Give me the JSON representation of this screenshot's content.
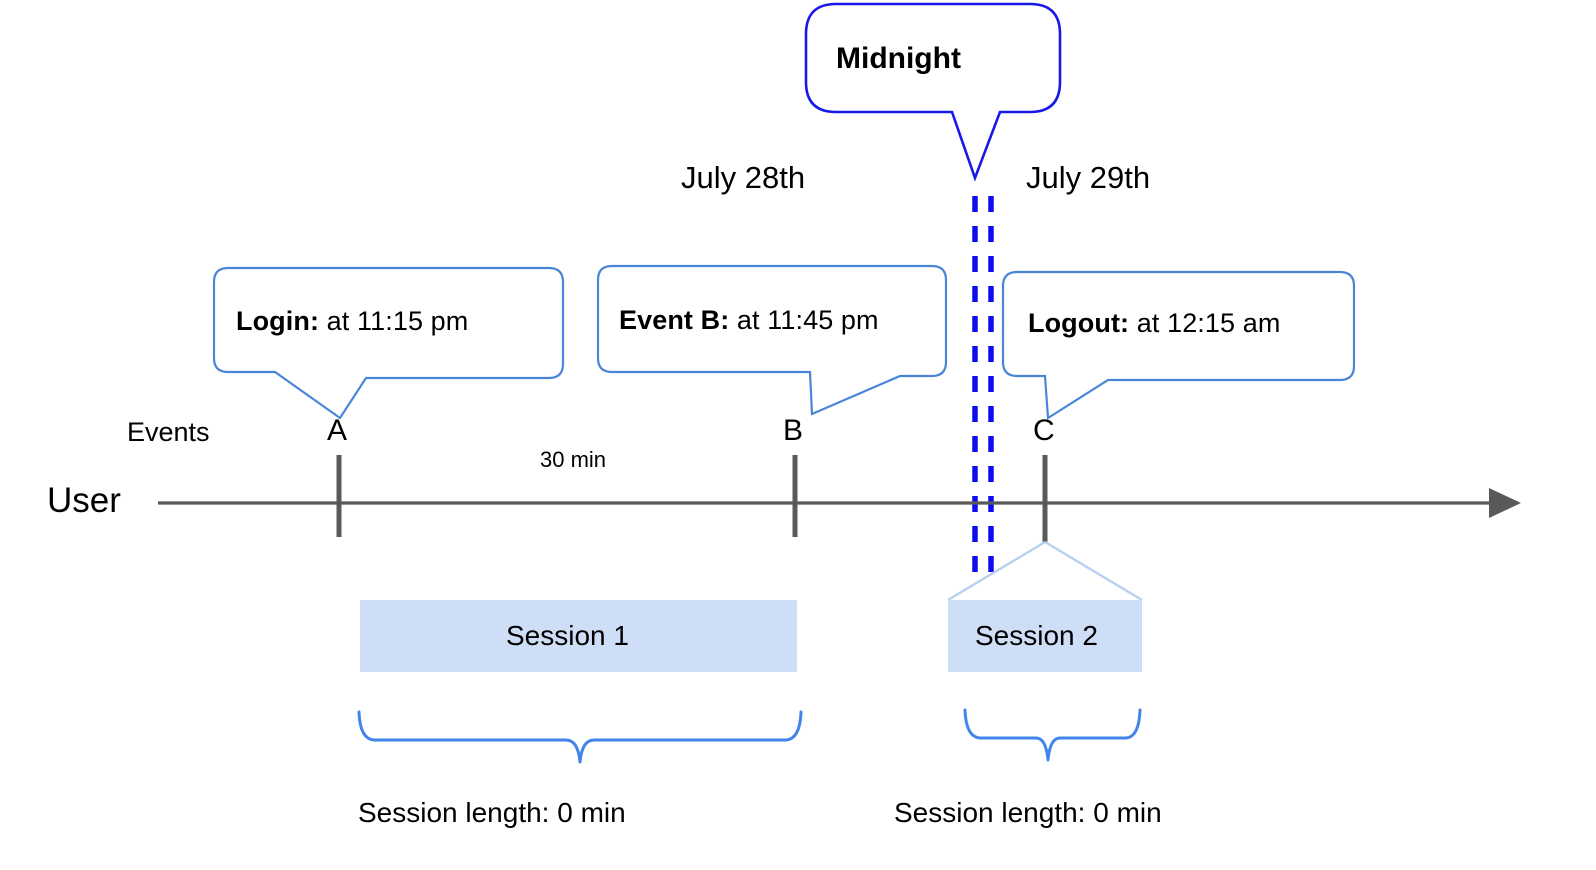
{
  "diagram": {
    "title_callout": {
      "label": "Midnight"
    },
    "dates": [
      {
        "label": "July 28th"
      },
      {
        "label": "July 29th"
      }
    ],
    "event_callouts": [
      {
        "name_label": "Login:",
        "detail_label": " at 11:15 pm"
      },
      {
        "name_label": "Event B:",
        "detail_label": " at 11:45 pm"
      },
      {
        "name_label": "Logout:",
        "detail_label": " at 12:15 am"
      }
    ],
    "row_labels": {
      "events": "Events",
      "user": "User"
    },
    "tick_letters": [
      {
        "label": "A"
      },
      {
        "label": "B"
      },
      {
        "label": "C"
      }
    ],
    "durations": [
      {
        "label": "30 min"
      }
    ],
    "sessions": [
      {
        "label": "Session 1",
        "length_label": "Session length: 0 min"
      },
      {
        "label": "Session 2",
        "length_label": "Session length: 0 min"
      }
    ],
    "colors": {
      "midnight_border": "#1818e8",
      "midnight_dash": "#0d0df0",
      "callout_border": "#4a86d8",
      "brace": "#4285ea",
      "session_fill": "#cedef7",
      "session_connector": "#b9cff0",
      "axis": "#595959",
      "tick": "#595959",
      "text": "#000000"
    }
  }
}
